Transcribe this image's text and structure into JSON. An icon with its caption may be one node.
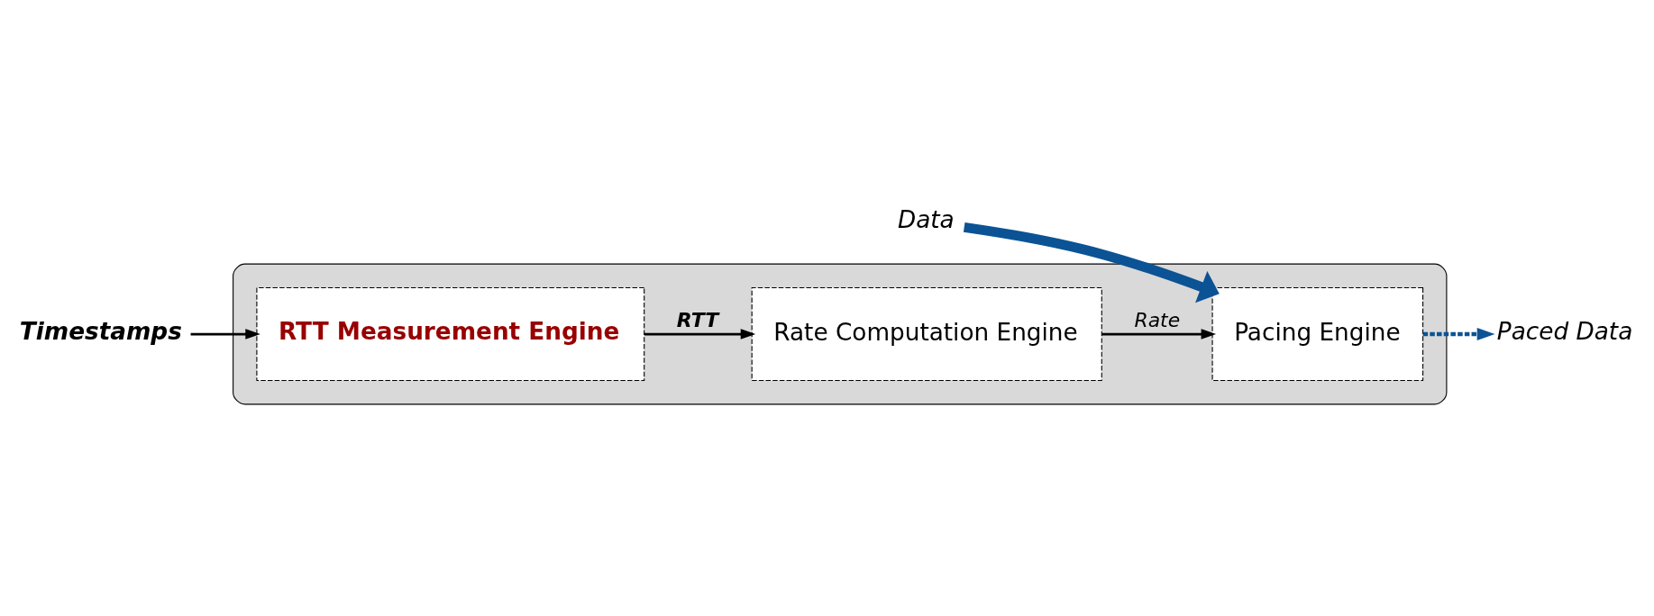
{
  "diagram": {
    "nodes": [
      {
        "text": [],
        "shape": "box"
      },
      {
        "text": [
          "RTT Measurement Engine"
        ],
        "in": 0
      },
      {
        "text": [
          "Rate Computation Engine"
        ],
        "in": 0
      },
      {
        "text": [
          "Pacing Engine"
        ],
        "in": 0
      },
      {
        "text": [
          "Timestamps"
        ]
      },
      {
        "text": [
          "Data"
        ]
      },
      {
        "text": [
          "Paced Data"
        ]
      }
    ],
    "edges": [
      {
        "from": 4,
        "to": 1,
        "arrow": "to"
      },
      {
        "from": 1,
        "to": 2,
        "arrow": "to",
        "label": "RTT"
      },
      {
        "from": 2,
        "to": 3,
        "arrow": "to",
        "label": "Rate"
      },
      {
        "from": 5,
        "to": 3,
        "arrow": "to",
        "style": "thick",
        "color": "#0b5394"
      },
      {
        "from": 3,
        "to": 6,
        "arrow": "to",
        "style": "dashed",
        "color": "#0b5394"
      }
    ]
  }
}
